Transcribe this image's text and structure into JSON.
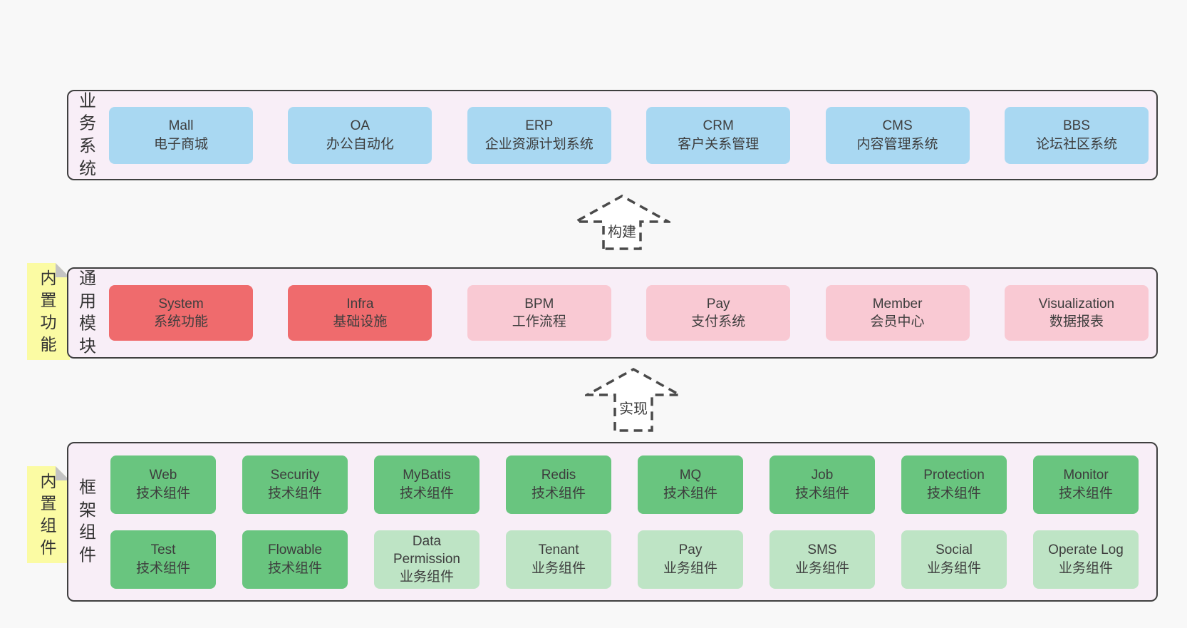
{
  "page": {
    "background": "#f8f8f8"
  },
  "colors": {
    "container_bg": "#f8eef7",
    "container_border": "#3f3f3f",
    "blue": "#a9d8f2",
    "red": "#ef6b6d",
    "pink": "#f9c9d3",
    "green": "#69c57f",
    "lightgreen": "#bee4c5",
    "sticky_yellow": "#fbfba3",
    "sticky_fold": "#c3c3c3",
    "text": "#3d3d3d",
    "arrow_stroke": "#4a4a4a"
  },
  "layers": [
    {
      "label": "业务系统",
      "rows": [
        [
          {
            "en": "Mall",
            "zh": "电子商城",
            "type": "blue"
          },
          {
            "en": "OA",
            "zh": "办公自动化",
            "type": "blue"
          },
          {
            "en": "ERP",
            "zh": "企业资源计划系统",
            "type": "blue"
          },
          {
            "en": "CRM",
            "zh": "客户关系管理",
            "type": "blue"
          },
          {
            "en": "CMS",
            "zh": "内容管理系统",
            "type": "blue"
          },
          {
            "en": "BBS",
            "zh": "论坛社区系统",
            "type": "blue"
          }
        ]
      ]
    },
    {
      "label": "通用模块",
      "tab": "内置功能",
      "rows": [
        [
          {
            "en": "System",
            "zh": "系统功能",
            "type": "red"
          },
          {
            "en": "Infra",
            "zh": "基础设施",
            "type": "red"
          },
          {
            "en": "BPM",
            "zh": "工作流程",
            "type": "pink"
          },
          {
            "en": "Pay",
            "zh": "支付系统",
            "type": "pink"
          },
          {
            "en": "Member",
            "zh": "会员中心",
            "type": "pink"
          },
          {
            "en": "Visualization",
            "zh": "数据报表",
            "type": "pink"
          }
        ]
      ]
    },
    {
      "label": "框架组件",
      "tab": "内置组件",
      "rows": [
        [
          {
            "en": "Web",
            "zh": "技术组件",
            "type": "green"
          },
          {
            "en": "Security",
            "zh": "技术组件",
            "type": "green"
          },
          {
            "en": "MyBatis",
            "zh": "技术组件",
            "type": "green"
          },
          {
            "en": "Redis",
            "zh": "技术组件",
            "type": "green"
          },
          {
            "en": "MQ",
            "zh": "技术组件",
            "type": "green"
          },
          {
            "en": "Job",
            "zh": "技术组件",
            "type": "green"
          },
          {
            "en": "Protection",
            "zh": "技术组件",
            "type": "green"
          },
          {
            "en": "Monitor",
            "zh": "技术组件",
            "type": "green"
          }
        ],
        [
          {
            "en": "Test",
            "zh": "技术组件",
            "type": "green"
          },
          {
            "en": "Flowable",
            "zh": "技术组件",
            "type": "green"
          },
          {
            "en": "Data Permission",
            "zh": "业务组件",
            "type": "lightgreen"
          },
          {
            "en": "Tenant",
            "zh": "业务组件",
            "type": "lightgreen"
          },
          {
            "en": "Pay",
            "zh": "业务组件",
            "type": "lightgreen"
          },
          {
            "en": "SMS",
            "zh": "业务组件",
            "type": "lightgreen"
          },
          {
            "en": "Social",
            "zh": "业务组件",
            "type": "lightgreen"
          },
          {
            "en": "Operate Log",
            "zh": "业务组件",
            "type": "lightgreen"
          }
        ]
      ]
    }
  ],
  "arrows": [
    {
      "label": "构建"
    },
    {
      "label": "实现"
    }
  ]
}
